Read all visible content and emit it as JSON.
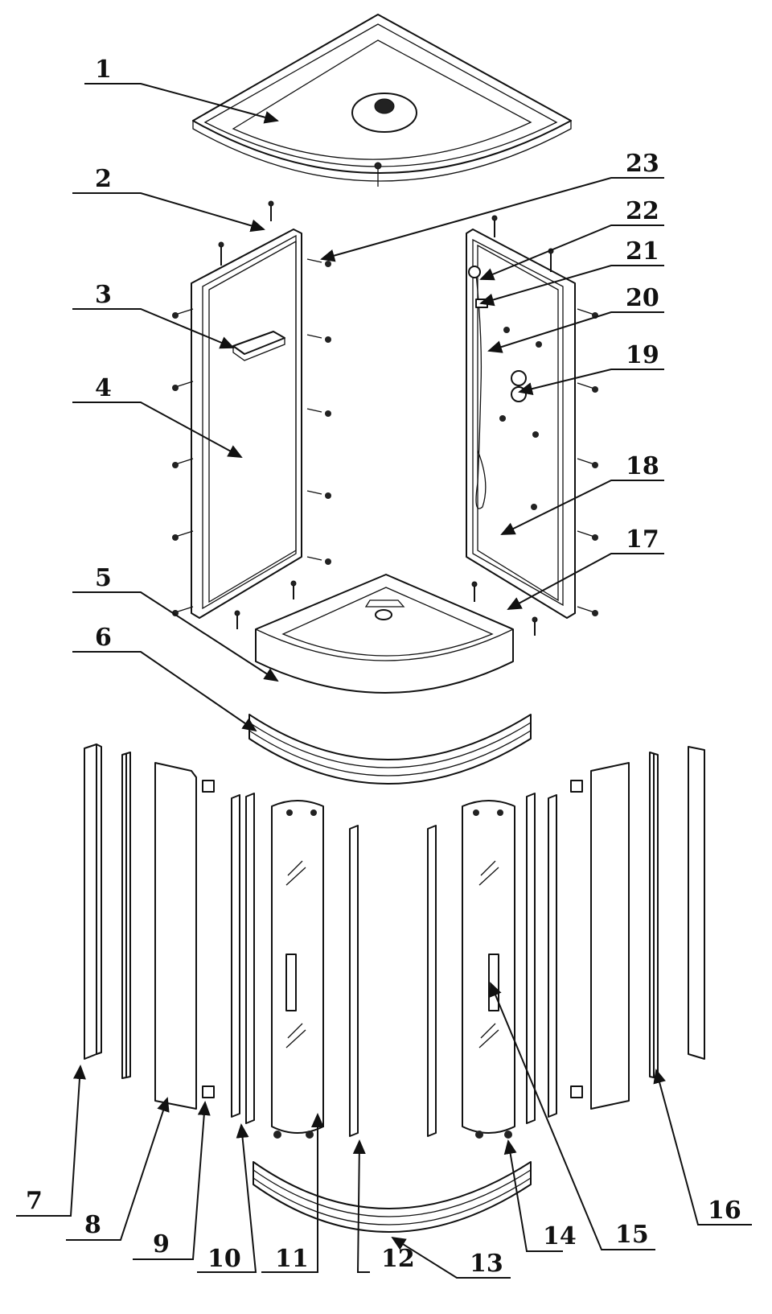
{
  "callouts": [
    {
      "id": "1",
      "text": "1"
    },
    {
      "id": "2",
      "text": "2"
    },
    {
      "id": "3",
      "text": "3"
    },
    {
      "id": "4",
      "text": "4"
    },
    {
      "id": "5",
      "text": "5"
    },
    {
      "id": "6",
      "text": "6"
    },
    {
      "id": "7",
      "text": "7"
    },
    {
      "id": "8",
      "text": "8"
    },
    {
      "id": "9",
      "text": "9"
    },
    {
      "id": "10",
      "text": "10"
    },
    {
      "id": "11",
      "text": "11"
    },
    {
      "id": "12",
      "text": "12"
    },
    {
      "id": "13",
      "text": "13"
    },
    {
      "id": "14",
      "text": "14"
    },
    {
      "id": "15",
      "text": "15"
    },
    {
      "id": "16",
      "text": "16"
    },
    {
      "id": "17",
      "text": "17"
    },
    {
      "id": "18",
      "text": "18"
    },
    {
      "id": "19",
      "text": "19"
    },
    {
      "id": "20",
      "text": "20"
    },
    {
      "id": "21",
      "text": "21"
    },
    {
      "id": "22",
      "text": "22"
    },
    {
      "id": "23",
      "text": "23"
    }
  ],
  "colors": {
    "line": "#111111",
    "background": "#ffffff"
  }
}
